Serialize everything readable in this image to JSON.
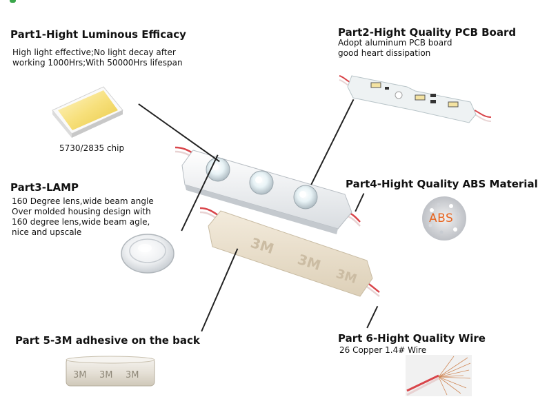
{
  "sections": {
    "part1": {
      "title": "Part1-Hight Luminous Efficacy",
      "desc_line1": "High light effective;No light decay after",
      "desc_line2": "working 1000Hrs;With 50000Hrs lifespan",
      "chip_caption": "5730/2835 chip"
    },
    "part2": {
      "title": "Part2-Hight Quality PCB Board",
      "desc_line1": "Adopt aluminum PCB board",
      "desc_line2": "good heart dissipation"
    },
    "part3": {
      "title": "Part3-LAMP",
      "desc_line1": "160 Degree lens,wide beam angle",
      "desc_line2": "Over molded housing design with",
      "desc_line3": "160 degree lens,wide beam agle,",
      "desc_line4": "nice and upscale"
    },
    "part4": {
      "title": "Part4-Hight Quality ABS Material",
      "abs_label": "ABS"
    },
    "part5": {
      "title": "Part 5-3M adhesive on the back",
      "tape_mark": "3M"
    },
    "part6": {
      "title": "Part 6-Hight Quality Wire",
      "desc_line1": "26 Copper 1.4# Wire"
    }
  },
  "colors": {
    "text": "#111111",
    "abs_orange": "#e8641e",
    "wire_red": "#d9454a",
    "module_white": "#f4f6f8",
    "tape_beige": "#e9dfcc"
  }
}
